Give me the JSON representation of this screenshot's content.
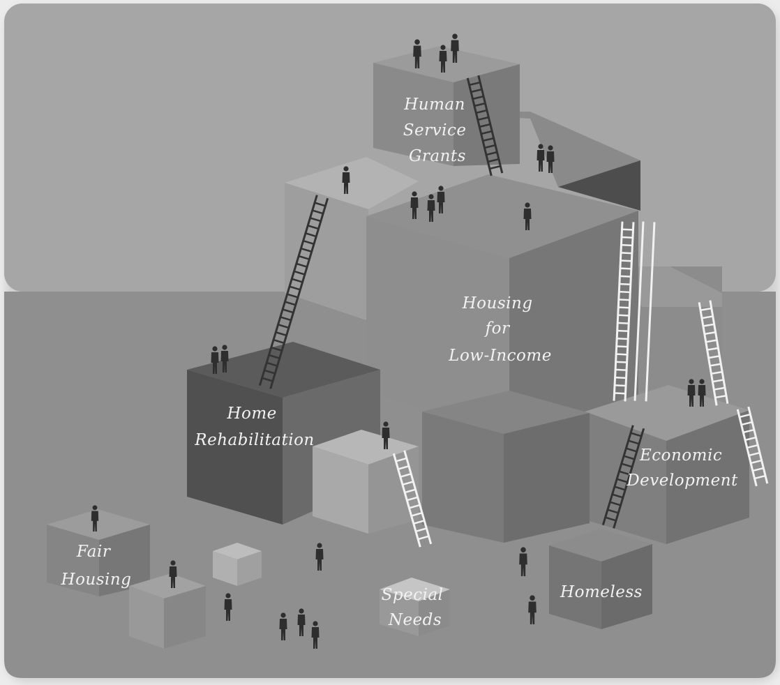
{
  "labels": {
    "human_service_grants": [
      "Human",
      "Service",
      "Grants"
    ],
    "housing_low_income": [
      "Housing",
      "for",
      "Low-Income"
    ],
    "home_rehabilitation": [
      "Home",
      "Rehabilitation"
    ],
    "economic_development": [
      "Economic",
      "Development"
    ],
    "fair_housing": [
      "Fair",
      "Housing"
    ],
    "special_needs": [
      "Special",
      "Needs"
    ],
    "homeless": [
      "Homeless"
    ]
  },
  "colors": {
    "wall": "#a6a6a6",
    "floor": "#8f8f8f",
    "frame": "#e9e9e9",
    "figure": "#2e2e2e",
    "ladder_dark": "#333333",
    "ladder_light": "#f2f2f2"
  }
}
